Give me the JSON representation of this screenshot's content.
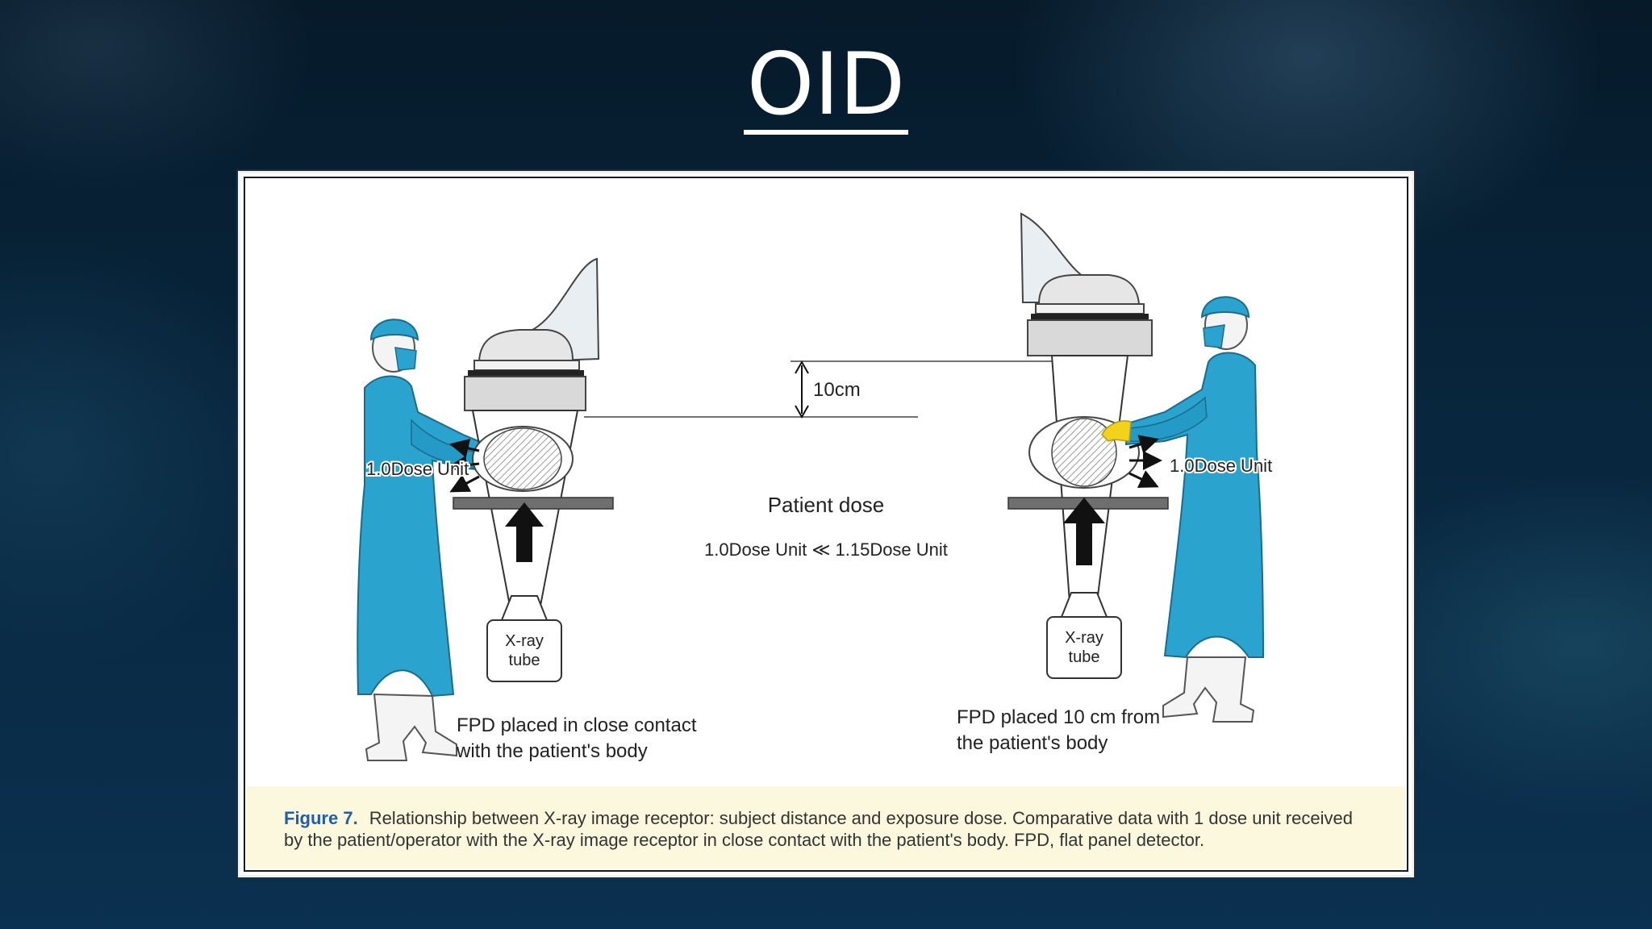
{
  "slide": {
    "title": "OID"
  },
  "diagram": {
    "distance_label": "10cm",
    "left_dose_label": "1.0Dose Unit",
    "right_dose_label": "1.0Dose Unit",
    "patient_dose_title": "Patient dose",
    "patient_dose_comparison": "1.0Dose Unit ≪ 1.15Dose Unit",
    "tube_label_line1": "X-ray",
    "tube_label_line2": "tube",
    "left_caption_line1": "FPD placed in close contact",
    "left_caption_line2": "with the patient's body",
    "right_caption_line1": "FPD placed 10 cm from",
    "right_caption_line2": "the patient's body"
  },
  "caption": {
    "label": "Figure 7.",
    "text": "Relationship between X-ray image receptor: subject distance and exposure dose. Comparative data with 1 dose unit received by the patient/operator with the X-ray image receptor in close contact with the patient's body. FPD, flat panel detector."
  },
  "colors": {
    "gown": "#2aa3cf",
    "glove": "#f2d21b",
    "detector": "#d9d9d9",
    "caption_bg": "#fbf8de",
    "caption_label": "#1f5fa8"
  }
}
